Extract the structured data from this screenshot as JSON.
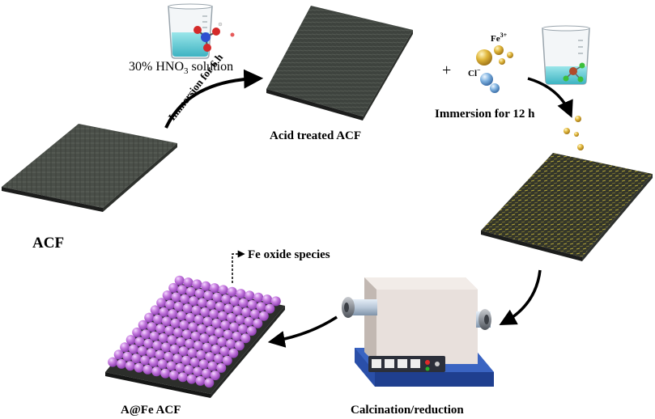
{
  "labels": {
    "hno3_prefix": "30% HNO",
    "hno3_sub": "3",
    "hno3_suffix": " solution",
    "immersion_6h": "Immersion for 6 h",
    "acid_treated": "Acid treated ACF",
    "plus": "+",
    "fe_ion": "Fe",
    "fe_charge": "3+",
    "cl_ion": "Cl",
    "cl_charge": "−",
    "immersion_12h": "Immersion for 12 h",
    "acf": "ACF",
    "fe_oxide": "Fe oxide species",
    "calcination": "Calcination/reduction",
    "product": "A@Fe ACF"
  },
  "colors": {
    "fiber": "#4a4f49",
    "fiber_dark": "#2e312d",
    "fiber_edge": "#1c1d1c",
    "loaded_fiber": "#3b3d2a",
    "loaded_speck": "#b7a938",
    "sphere": "#c77de0",
    "sphere_dark": "#8e3fb2",
    "gold": "#e0b63a",
    "chloride": "#7fb2e0",
    "solution": "#6fd0d8",
    "furnace_body": "#e8e0dc",
    "furnace_base": "#1f3f8f",
    "tube": "#b9c8d8"
  },
  "icons": [
    "beaker-icon",
    "hno3-molecule-icon",
    "fecl3-molecule-icon",
    "tube-furnace-icon",
    "arrow-icon"
  ]
}
